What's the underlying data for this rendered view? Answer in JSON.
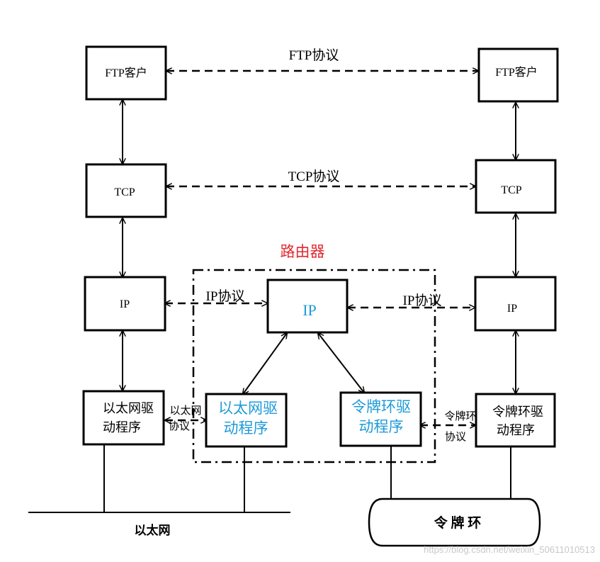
{
  "left_host": {
    "ftp": "FTP客户",
    "tcp": "TCP",
    "ip": "IP",
    "driver_line1": "以太网驱",
    "driver_line2": "动程序"
  },
  "right_host": {
    "ftp": "FTP客户",
    "tcp": "TCP",
    "ip": "IP",
    "driver_line1": "令牌环驱",
    "driver_line2": "动程序"
  },
  "router": {
    "title": "路由器",
    "ip": "IP",
    "eth_driver_line1": "以太网驱",
    "eth_driver_line2": "动程序",
    "token_driver_line1": "令牌环驱",
    "token_driver_line2": "动程序"
  },
  "protocols": {
    "ftp": "FTP协议",
    "tcp": "TCP协议",
    "ip_left": "IP协议",
    "ip_right": "IP协议",
    "eth_line1": "以太网",
    "eth_line2": "协议",
    "token_line1": "令牌环",
    "token_line2": "协议"
  },
  "networks": {
    "ethernet": "以太网",
    "token_ring": "令 牌 环"
  },
  "watermark": "https://blog.csdn.net/weixin_50611010513",
  "colors": {
    "router_text": "#1e9bd7",
    "router_title": "#e0292f",
    "line": "#000000"
  }
}
